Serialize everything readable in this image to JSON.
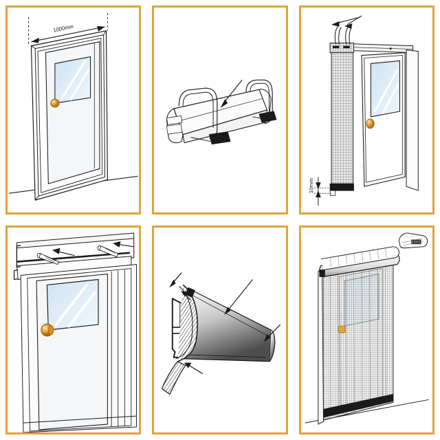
{
  "document": {
    "title": "Retractable Insect Screen Door Installation Instructions",
    "panel_count": 6,
    "background_color": "#ffffff",
    "border_color": "#e0a33a",
    "line_color": "#1a1a1a",
    "glass_color": "#dbe9f5",
    "knob_color": "#e8a33c",
    "mesh_color": "#9a9a9a"
  },
  "panels": [
    {
      "id": "panel-1",
      "step": "1",
      "name": "measure-door-opening",
      "caption": "",
      "labels": [
        {
          "text": "1000mm",
          "name": "width-dimension-label"
        }
      ],
      "elements": [
        "door-frame",
        "door-leaf",
        "window-pane",
        "door-knob",
        "dimension-line",
        "floor-line"
      ]
    },
    {
      "id": "panel-2",
      "step": "2",
      "name": "cassette-with-mounting-brackets",
      "caption": "",
      "labels": [],
      "elements": [
        "roller-cassette",
        "bracket-clip-left",
        "bracket-clip-right",
        "end-cap",
        "arrow-down",
        "foot-pad-left",
        "foot-pad-right"
      ]
    },
    {
      "id": "panel-3",
      "step": "3",
      "name": "hang-cassette-on-frame",
      "caption": "",
      "labels": [
        {
          "text": "10mm",
          "name": "bottom-gap-dimension-label",
          "rotation": "vertical"
        }
      ],
      "elements": [
        "mesh-roll",
        "hook-clip-left",
        "hook-clip-right",
        "arrow-clip-left",
        "arrow-clip-right",
        "door-leaf",
        "window-pane",
        "door-knob",
        "header-rail",
        "bottom-bar",
        "gap-dimension"
      ]
    },
    {
      "id": "panel-4",
      "step": "4",
      "name": "fix-header-rail-with-screws",
      "caption": "",
      "labels": [],
      "elements": [
        "header-rail",
        "screw-left",
        "screw-right",
        "arrow-left",
        "arrow-right",
        "door-leaf",
        "window-pane",
        "door-knob",
        "door-frame"
      ]
    },
    {
      "id": "panel-5",
      "step": "5",
      "name": "profile-cross-section-mesh-routing",
      "caption": "",
      "labels": [],
      "elements": [
        "profile-cross-section",
        "mesh-strip",
        "gradient-blade",
        "arrow-upper-left",
        "arrow-inner",
        "arrow-top-right",
        "arrow-right",
        "arrow-bottom-left"
      ]
    },
    {
      "id": "panel-6",
      "step": "6",
      "name": "finished-screen-installed",
      "caption": "",
      "labels": [],
      "elements": [
        "cassette-header",
        "mesh-curtain",
        "door-leaf",
        "window-pane",
        "door-knob",
        "bottom-track",
        "floor-line",
        "cassette-inset-detail"
      ]
    }
  ]
}
